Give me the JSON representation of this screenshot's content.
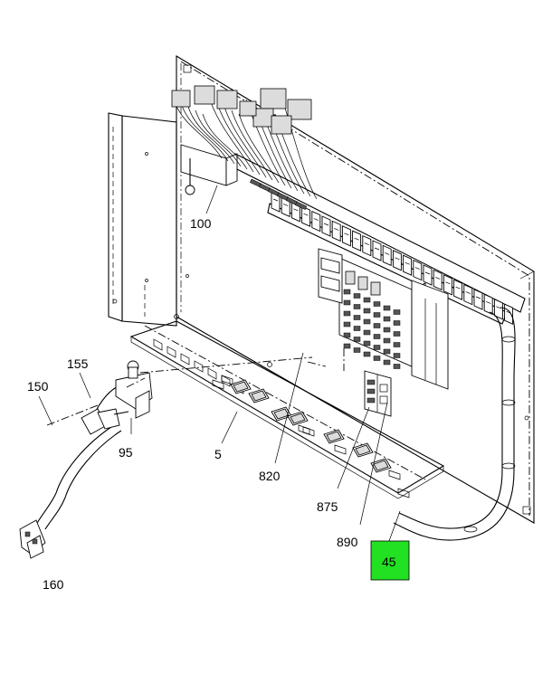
{
  "callouts": {
    "c100": "100",
    "c155": "155",
    "c150": "150",
    "c95": "95",
    "c5": "5",
    "c820": "820",
    "c875": "875",
    "c890": "890",
    "c45": "45",
    "c160": "160"
  },
  "colors": {
    "highlight": "#22e022",
    "line": "#000000",
    "background": "#ffffff"
  }
}
